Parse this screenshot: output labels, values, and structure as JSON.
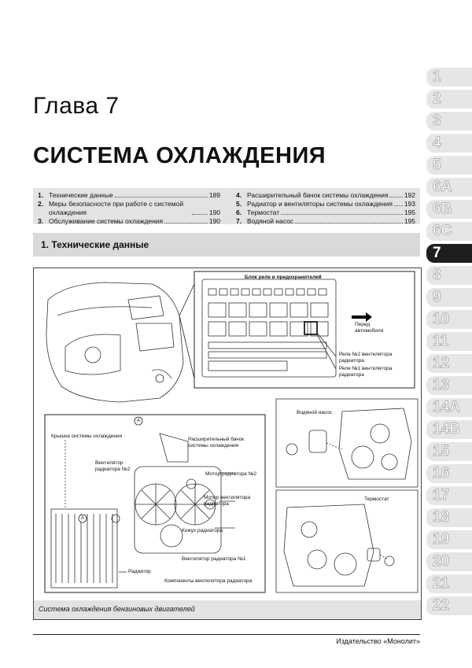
{
  "chapter": "Глава 7",
  "title": "СИСТЕМА ОХЛАЖДЕНИЯ",
  "toc": {
    "left": [
      {
        "num": "1.",
        "text": "Технические данные",
        "page": "189"
      },
      {
        "num": "2.",
        "text": "Меры безопасности при работе с системой охлаждения",
        "page": "190"
      },
      {
        "num": "3.",
        "text": "Обслуживание системы охлаждения",
        "page": "190"
      }
    ],
    "right": [
      {
        "num": "4.",
        "text": "Расширительный бачок системы охлаждения",
        "page": "192"
      },
      {
        "num": "5.",
        "text": "Радиатор и вентиляторы системы охлаждения",
        "page": "193"
      },
      {
        "num": "6.",
        "text": "Термостат",
        "page": "195"
      },
      {
        "num": "7.",
        "text": "Водяной насос",
        "page": "195"
      }
    ]
  },
  "section": {
    "num": "1.",
    "title": "Технические данные"
  },
  "figure": {
    "labels": {
      "relay_block": "Блок реле и предохранителей",
      "front": "Перед автомобиля",
      "relay2": "Реле №2 вентилятора радиатора",
      "relay1": "Реле №1 вентилятора радиатора",
      "water_pump": "Водяной насос",
      "cap": "Крышка системы охлаждения",
      "tank": "Расширительный бачок системы охлаждения",
      "fan2": "Вентилятор радиатора №2",
      "motor2": "Мотор радиатора №2",
      "motor1": "Мотор вентилятора радиатора",
      "shroud": "Кожух радиатора",
      "fan1": "Вентилятор радиатора №1",
      "radiator": "Радиатор",
      "components": "Компоненты вентилятора радиатора",
      "thermostat": "Термостат",
      "callout": "A"
    },
    "caption": "Система охлаждения бензиновых двигателей"
  },
  "tabs": [
    "1",
    "2",
    "3",
    "4",
    "5",
    "6А",
    "6В",
    "6С",
    "7",
    "8",
    "9",
    "10",
    "11",
    "12",
    "13",
    "14А",
    "14В",
    "15",
    "16",
    "17",
    "18",
    "19",
    "20",
    "21",
    "22"
  ],
  "active_tab": "7",
  "publisher": "Издательство «Монолит»"
}
